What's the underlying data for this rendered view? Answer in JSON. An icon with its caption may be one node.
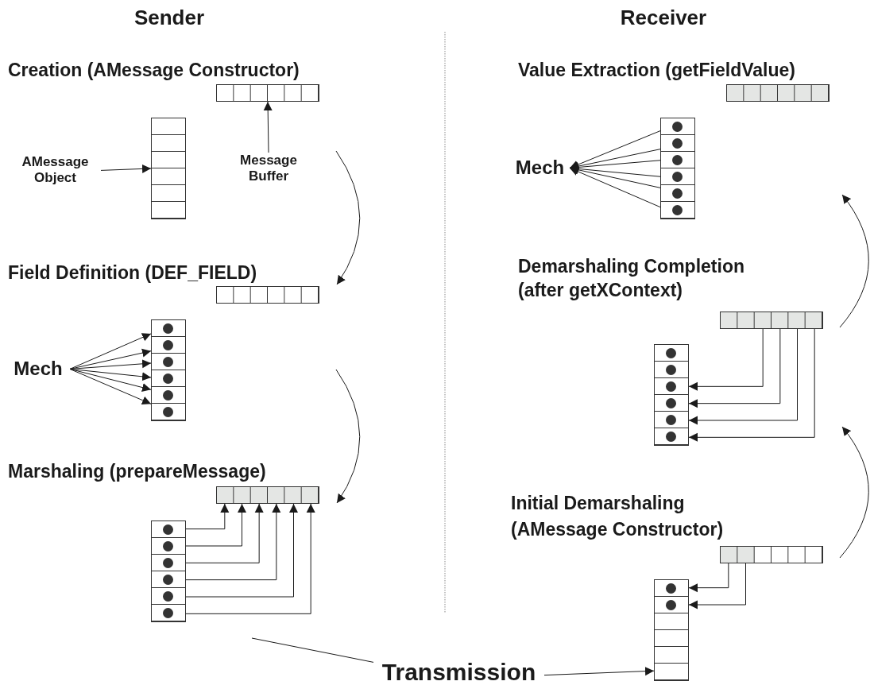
{
  "diagram": {
    "nodes": [
      {
        "text": [],
        "shape": "box"
      },
      {
        "text": [
          "AMessage Object"
        ]
      },
      {
        "text": [],
        "shape": "box"
      },
      {
        "text": [
          "Message Buffer"
        ]
      },
      {
        "text": [],
        "shape": "box"
      },
      {
        "text": [
          "Mech"
        ]
      },
      {
        "text": [],
        "shape": "box"
      },
      {
        "text": [],
        "shape": "box"
      },
      {
        "text": [],
        "shape": "box"
      },
      {
        "text": [
          "Transmission"
        ]
      },
      {
        "text": [],
        "shape": "box"
      },
      {
        "text": [
          "Mech"
        ]
      },
      {
        "text": [],
        "shape": "box"
      },
      {
        "text": [],
        "shape": "box"
      },
      {
        "text": [],
        "shape": "box"
      },
      {
        "text": [],
        "shape": "box"
      },
      {
        "text": [],
        "shape": "box"
      }
    ],
    "edges": [
      {
        "from": 1,
        "to": 2,
        "arrow": "to"
      },
      {
        "from": 3,
        "to": 0,
        "arrow": "to"
      },
      {
        "from": 5,
        "to": 6,
        "arrow": "to"
      },
      {
        "from": 5,
        "to": 6,
        "arrow": "to"
      },
      {
        "from": 5,
        "to": 6,
        "arrow": "to"
      },
      {
        "from": 5,
        "to": 6,
        "arrow": "to"
      },
      {
        "from": 5,
        "to": 6,
        "arrow": "to"
      },
      {
        "from": 5,
        "to": 6,
        "arrow": "to"
      },
      {
        "from": 8,
        "to": 7,
        "arrow": "to"
      },
      {
        "from": 8,
        "to": 7,
        "arrow": "to"
      },
      {
        "from": 8,
        "to": 7,
        "arrow": "to"
      },
      {
        "from": 8,
        "to": 7,
        "arrow": "to"
      },
      {
        "from": 8,
        "to": 7,
        "arrow": "to"
      },
      {
        "from": 8,
        "to": 7,
        "arrow": "to"
      },
      {
        "from": null,
        "to": 9,
        "arrow": "none"
      },
      {
        "from": 9,
        "to": 16,
        "arrow": "to"
      },
      {
        "from": 12,
        "to": 11,
        "arrow": "to"
      },
      {
        "from": 12,
        "to": 11,
        "arrow": "to"
      },
      {
        "from": 12,
        "to": 11,
        "arrow": "to"
      },
      {
        "from": 12,
        "to": 11,
        "arrow": "to"
      },
      {
        "from": 12,
        "to": 11,
        "arrow": "to"
      },
      {
        "from": 12,
        "to": 11,
        "arrow": "to"
      },
      {
        "from": 13,
        "to": 14,
        "arrow": "to"
      },
      {
        "from": 13,
        "to": 14,
        "arrow": "to"
      },
      {
        "from": 13,
        "to": 14,
        "arrow": "to"
      },
      {
        "from": 13,
        "to": 14,
        "arrow": "to"
      },
      {
        "from": 15,
        "to": 16,
        "arrow": "to"
      },
      {
        "from": 15,
        "to": 16,
        "arrow": "to"
      }
    ],
    "labels": [
      "Sender",
      "Receiver",
      "Creation (AMessage Constructor)",
      "Field Definition (DEF_FIELD)",
      "Marshaling (prepareMessage)",
      "Value Extraction (getFieldValue)",
      "Demarshaling Completion (after getXContext)",
      "Initial Demarshaling (AMessage Constructor)"
    ]
  }
}
